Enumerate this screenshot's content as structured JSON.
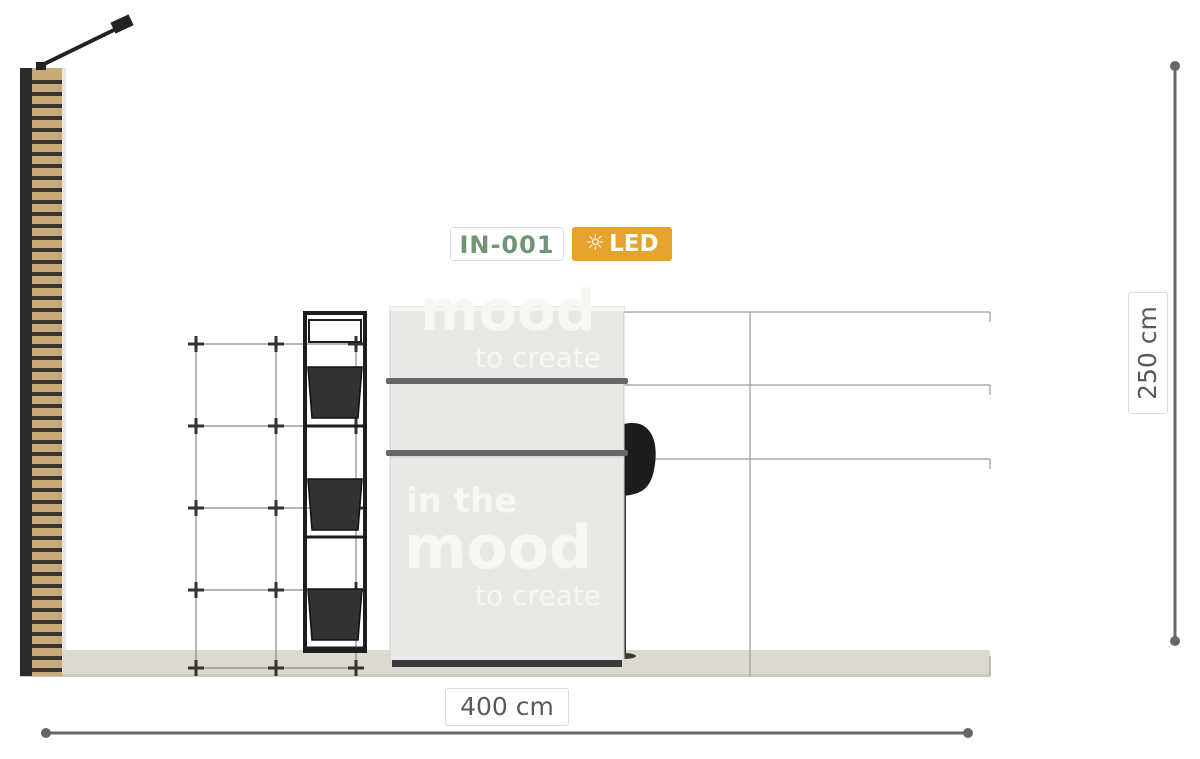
{
  "product": {
    "code": "IN-001",
    "led_label": "LED",
    "led_icon": "sun-icon"
  },
  "dimensions": {
    "width_label": "400 cm",
    "height_label": "250 cm"
  },
  "graphics": {
    "panel_top_line1": "mood",
    "panel_top_line2": "to create",
    "panel_bottom_line1": "in the",
    "panel_bottom_line2": "mood",
    "panel_bottom_line3": "to create"
  },
  "colors": {
    "code_text": "#6f9674",
    "led_badge": "#e5a22d",
    "dimension_line": "#666666",
    "floor": "#dcd9d0",
    "panel": "#e8e8e4",
    "wood_slat": "#c8aa78"
  }
}
